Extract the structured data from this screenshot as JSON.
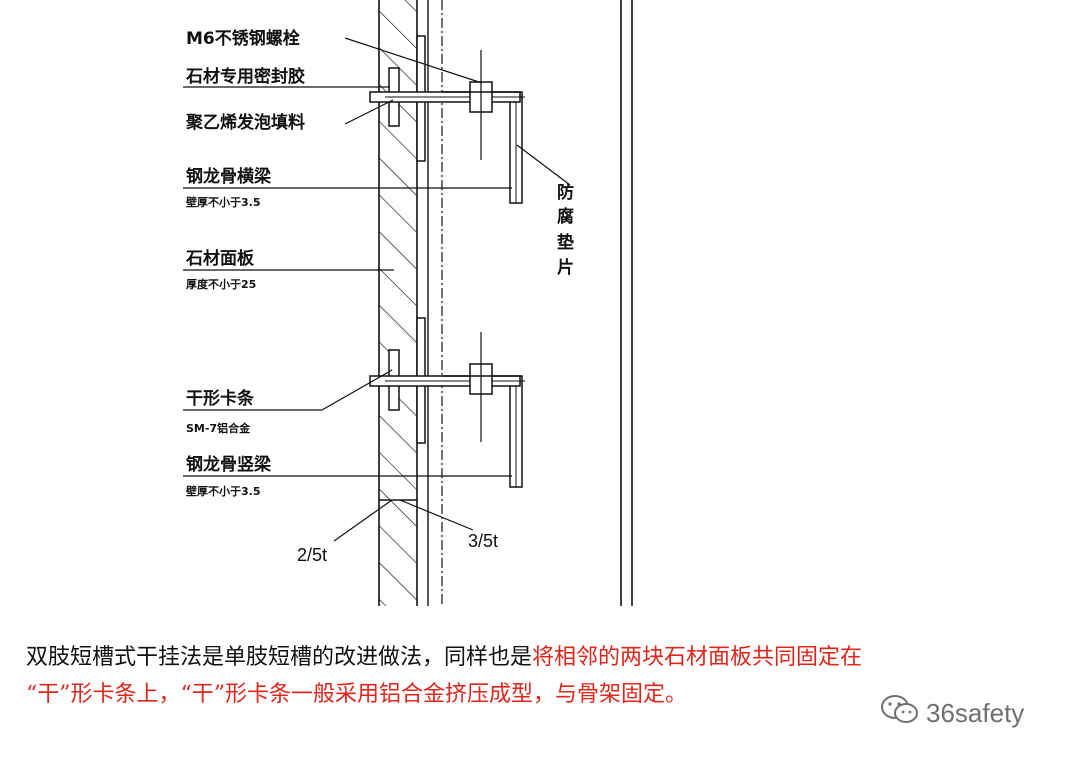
{
  "diagram": {
    "labels": {
      "bolt": "M6不锈钢螺栓",
      "sealant": "石材专用密封胶",
      "filler": "聚乙烯发泡填料",
      "crossbeam": "钢龙骨横梁",
      "crossbeam_spec": "壁厚不小于3.5",
      "panel": "石材面板",
      "panel_spec": "厚度不小于25",
      "clip": "干形卡条",
      "clip_spec": "SM-7铝合金",
      "mullion": "钢龙骨竖梁",
      "mullion_spec": "壁厚不小于3.5",
      "gasket_chars": [
        "防",
        "腐",
        "垫",
        "片"
      ],
      "dim_left": "2/5t",
      "dim_right": "3/5t"
    }
  },
  "caption": {
    "black": "双肢短槽式干挂法是单肢短槽的改进做法，同样也是",
    "red_line1": "将相邻的两块石材面板共同固定在",
    "red_line2": "“干”形卡条上，“干”形卡条一般采用铝合金挤压成型，与骨架固定。"
  },
  "watermark": {
    "text": "36safety",
    "icon": "wechat-icon"
  },
  "colors": {
    "line": "#111111",
    "caption_red": "#e0261b",
    "watermark": "#6f6f6f"
  }
}
